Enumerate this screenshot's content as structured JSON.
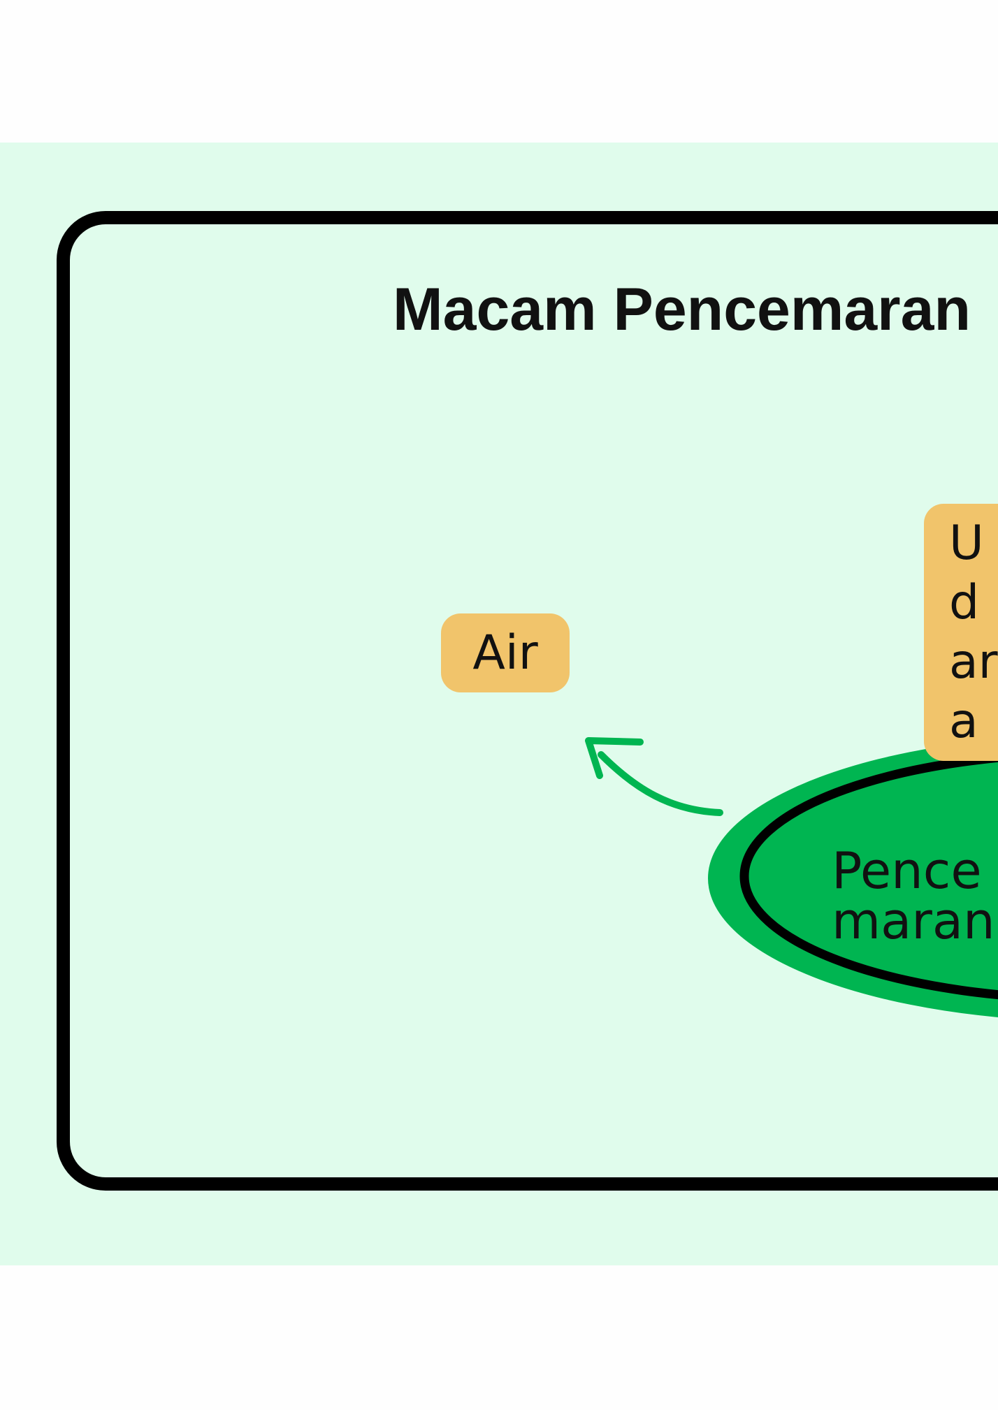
{
  "title": "Macam Pencemaran",
  "center_node": {
    "label": "Pencemaran"
  },
  "nodes": [
    {
      "label": "Air"
    },
    {
      "label": "Udara"
    }
  ],
  "colors": {
    "background": "#e0fcec",
    "tag": "#f1c46b",
    "center": "#00b551",
    "arrow": "#00b551"
  }
}
